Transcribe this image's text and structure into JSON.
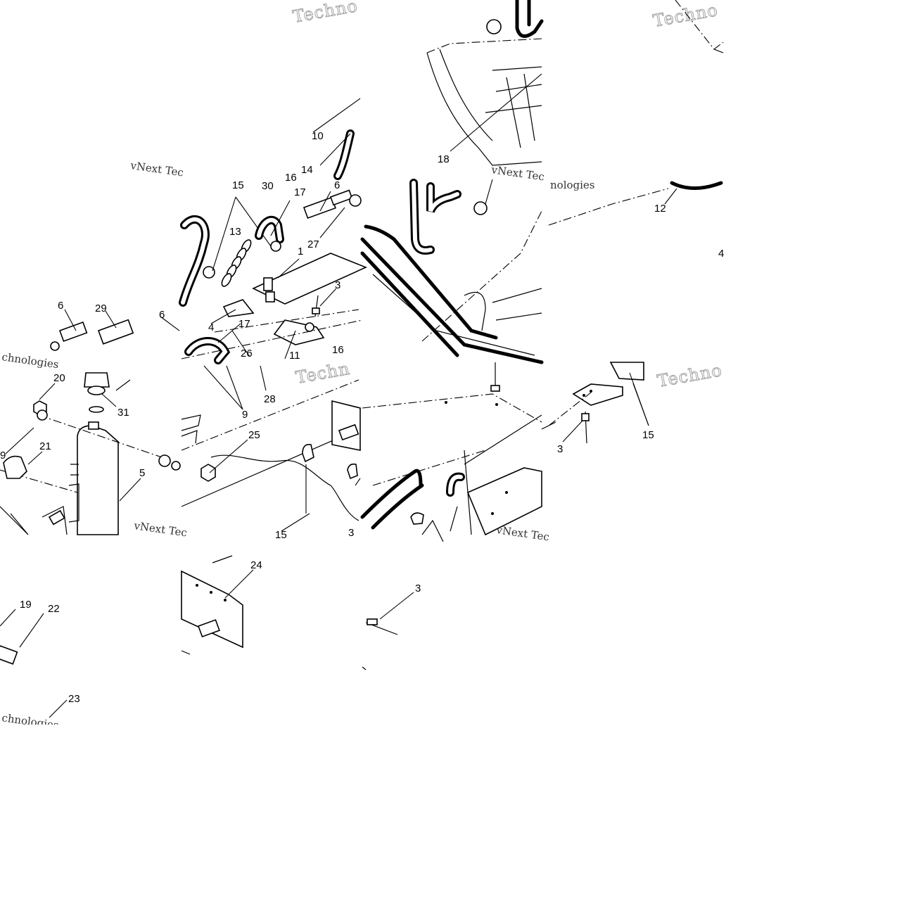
{
  "diagram": {
    "part_labels": [
      {
        "id": "l1",
        "text": "1"
      },
      {
        "id": "l3a",
        "text": "3"
      },
      {
        "id": "l3b",
        "text": "3"
      },
      {
        "id": "l3c",
        "text": "3"
      },
      {
        "id": "l3d",
        "text": "3"
      },
      {
        "id": "l4a",
        "text": "4"
      },
      {
        "id": "l4b",
        "text": "4"
      },
      {
        "id": "l5",
        "text": "5"
      },
      {
        "id": "l6a",
        "text": "6"
      },
      {
        "id": "l6b",
        "text": "6"
      },
      {
        "id": "l6c",
        "text": "6"
      },
      {
        "id": "l9a",
        "text": "9"
      },
      {
        "id": "l9b",
        "text": "9"
      },
      {
        "id": "l10",
        "text": "10"
      },
      {
        "id": "l11",
        "text": "11"
      },
      {
        "id": "l12",
        "text": "12"
      },
      {
        "id": "l13",
        "text": "13"
      },
      {
        "id": "l14",
        "text": "14"
      },
      {
        "id": "l15a",
        "text": "15"
      },
      {
        "id": "l15b",
        "text": "15"
      },
      {
        "id": "l15c",
        "text": "15"
      },
      {
        "id": "l16a",
        "text": "16"
      },
      {
        "id": "l16b",
        "text": "16"
      },
      {
        "id": "l17a",
        "text": "17"
      },
      {
        "id": "l17b",
        "text": "17"
      },
      {
        "id": "l18",
        "text": "18"
      },
      {
        "id": "l19",
        "text": "19"
      },
      {
        "id": "l20",
        "text": "20"
      },
      {
        "id": "l21",
        "text": "21"
      },
      {
        "id": "l22",
        "text": "22"
      },
      {
        "id": "l23",
        "text": "23"
      },
      {
        "id": "l24",
        "text": "24"
      },
      {
        "id": "l25",
        "text": "25"
      },
      {
        "id": "l26",
        "text": "26"
      },
      {
        "id": "l27",
        "text": "27"
      },
      {
        "id": "l28",
        "text": "28"
      },
      {
        "id": "l29",
        "text": "29"
      },
      {
        "id": "l30",
        "text": "30"
      },
      {
        "id": "l31",
        "text": "31"
      }
    ],
    "watermarks": [
      {
        "id": "w1",
        "text": "Techno"
      },
      {
        "id": "w2",
        "text": "Techno"
      },
      {
        "id": "w3",
        "text": "vNext Tec"
      },
      {
        "id": "w4",
        "text": "vNext Tec"
      },
      {
        "id": "w5",
        "text": "nologies"
      },
      {
        "id": "w6",
        "text": "Techn"
      },
      {
        "id": "w7",
        "text": "vNext Tec"
      },
      {
        "id": "w8",
        "text": "vNext Tec"
      },
      {
        "id": "w9",
        "text": "Techno"
      },
      {
        "id": "w10",
        "text": "chnologies"
      },
      {
        "id": "w11",
        "text": "chnologies"
      }
    ]
  }
}
